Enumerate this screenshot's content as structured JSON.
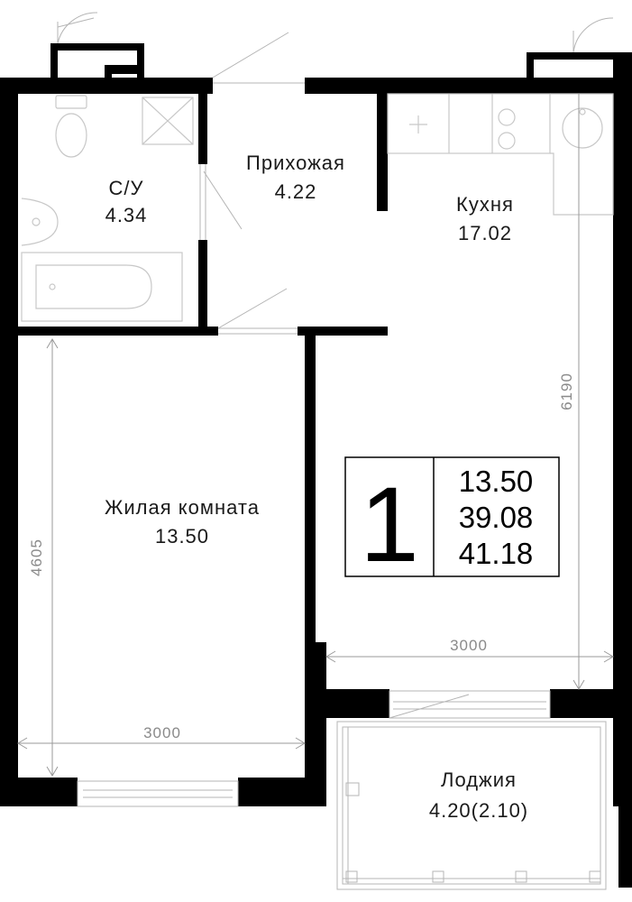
{
  "rooms": {
    "bathroom": {
      "name": "С/У",
      "area": "4.34"
    },
    "hallway": {
      "name": "Прихожая",
      "area": "4.22"
    },
    "kitchen": {
      "name": "Кухня",
      "area": "17.02"
    },
    "living": {
      "name": "Жилая комната",
      "area": "13.50"
    },
    "loggia": {
      "name": "Лоджия",
      "area": "4.20(2.10)"
    }
  },
  "dimensions": {
    "living_height": "4605",
    "living_width": "3000",
    "kitchen_height": "6190",
    "kitchen_width": "3000"
  },
  "summary": {
    "rooms_count": "1",
    "living_area": "13.50",
    "total_area": "39.08",
    "total_with_loggia": "41.18"
  }
}
